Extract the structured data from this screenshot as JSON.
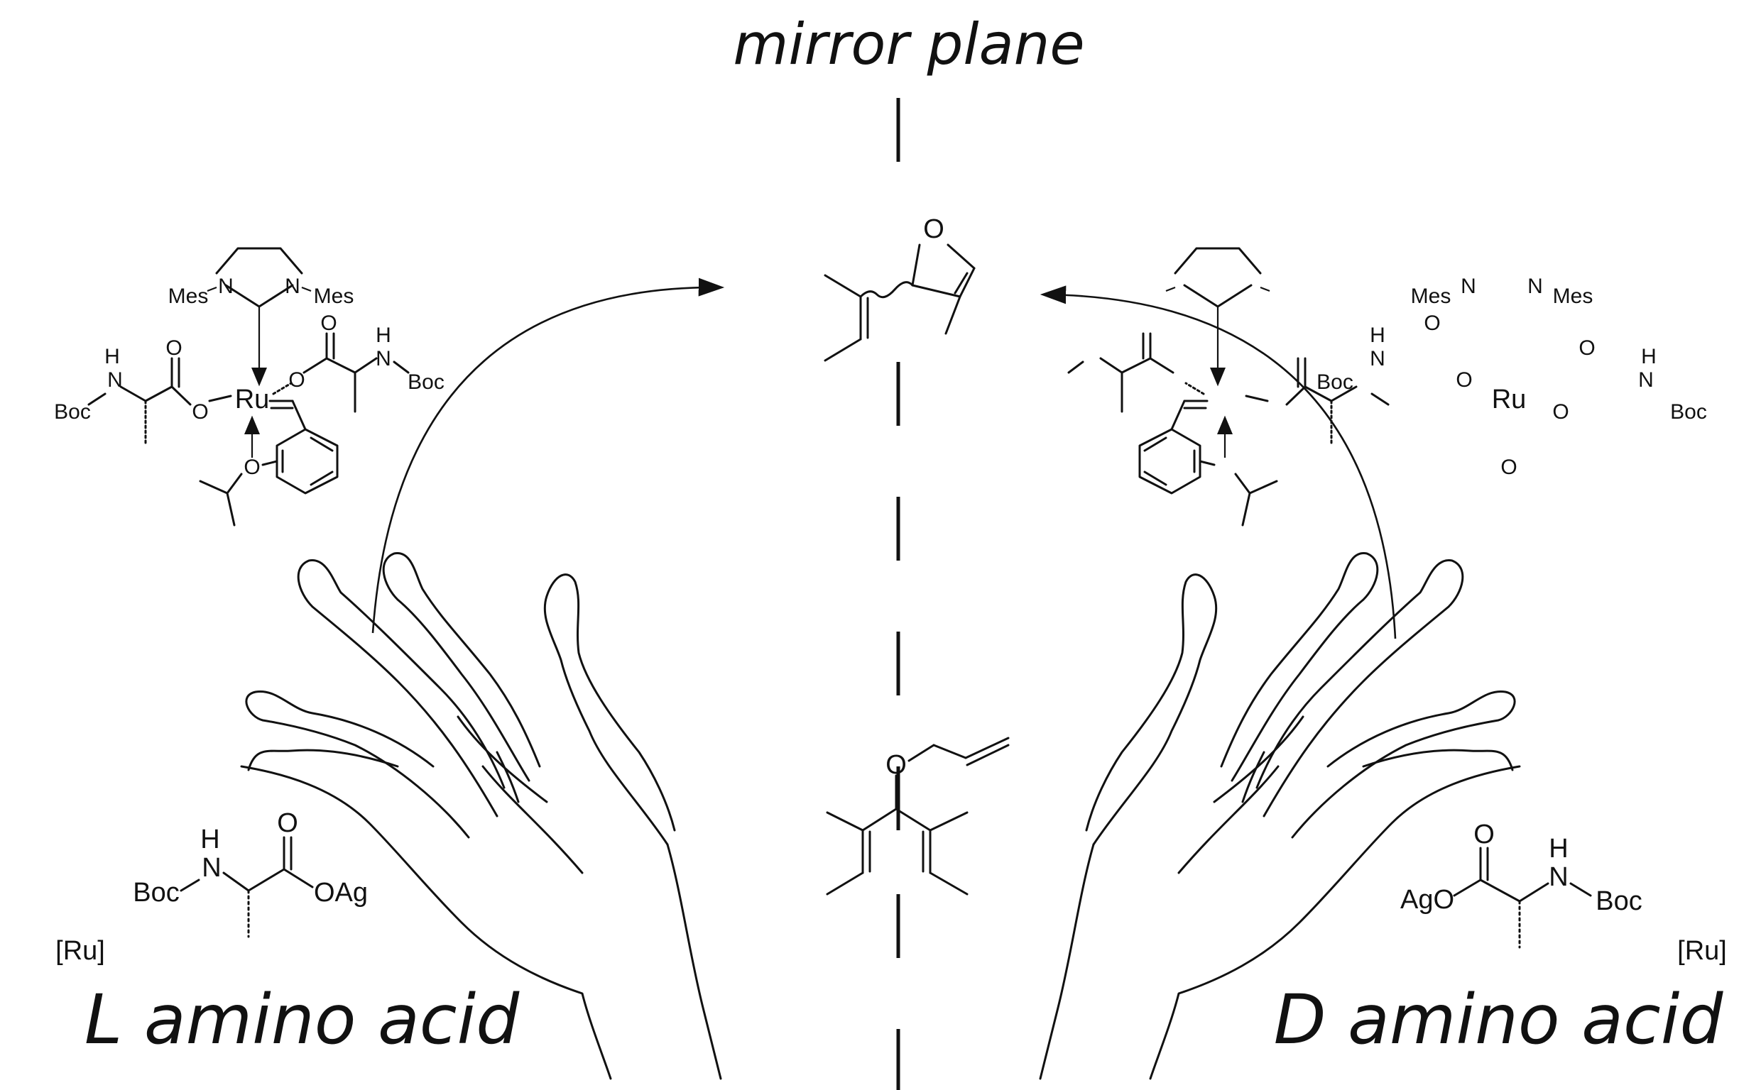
{
  "title": "mirror plane",
  "left_label": "L amino acid",
  "right_label": "D amino acid",
  "ru_tag_left": "[Ru]",
  "ru_tag_right": "[Ru]",
  "atoms": {
    "mes": "Mes",
    "n": "N",
    "h": "H",
    "o": "O",
    "ru": "Ru",
    "boc": "Boc",
    "oag": "OAg",
    "ago": "AgO"
  },
  "icons": {
    "left_hand": "left-hand-drawing",
    "right_hand": "right-hand-drawing"
  }
}
